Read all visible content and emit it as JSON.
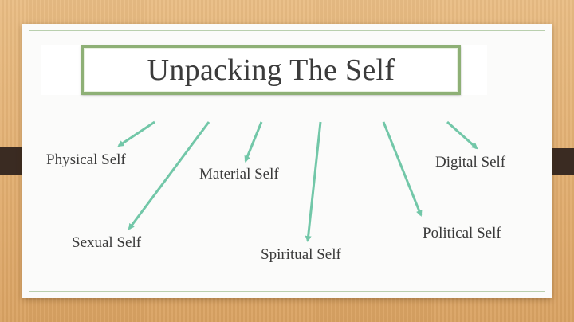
{
  "diagram": {
    "title": "Unpacking The Self",
    "nodes": [
      {
        "id": "physical",
        "label": "Physical Self"
      },
      {
        "id": "material",
        "label": "Material Self"
      },
      {
        "id": "digital",
        "label": "Digital Self"
      },
      {
        "id": "sexual",
        "label": "Sexual Self"
      },
      {
        "id": "political",
        "label": "Political Self"
      },
      {
        "id": "spiritual",
        "label": "Spiritual Self"
      }
    ],
    "edges": [
      {
        "from": "title",
        "to": "physical"
      },
      {
        "from": "title",
        "to": "sexual"
      },
      {
        "from": "title",
        "to": "material"
      },
      {
        "from": "title",
        "to": "spiritual"
      },
      {
        "from": "title",
        "to": "political"
      },
      {
        "from": "title",
        "to": "digital"
      }
    ]
  },
  "colors": {
    "arrow": "#72c7a8",
    "title_border": "#8eb076",
    "text": "#3a3a3a",
    "background_wood": "#e6b77d",
    "tab": "#3a2b22"
  }
}
